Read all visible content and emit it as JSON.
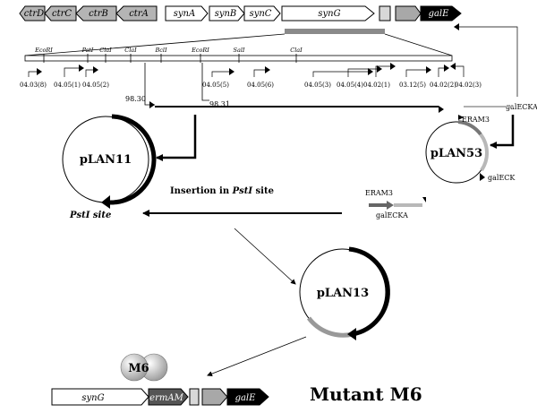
{
  "top_genes": {
    "ctrD": "ctrD",
    "ctrC": "ctrC",
    "ctrB": "ctrB",
    "ctrA": "ctrA",
    "synA": "synA",
    "synB": "synB",
    "synC": "synC",
    "synG": "synG",
    "galE": "galE"
  },
  "restriction_sites": [
    "EcoRI",
    "PstI",
    "ClaI",
    "ClaI",
    "BclI",
    "EcoRI",
    "SalI",
    "ClaI"
  ],
  "probe_labels": [
    "04.03(8)",
    "04.05(1)",
    "04.05(2)",
    "04.05(5)",
    "04.05(6)",
    "04.05(3)",
    "04.05(4)",
    "04.02(1)",
    "03.12(5)",
    "04.02(2)",
    "04.02(3)"
  ],
  "primer_labels": {
    "p9830": "98.30",
    "p9831": "98.31",
    "galecka_top": "galECKA",
    "eram3_a": "ERAM3",
    "galeck": "galECK",
    "eram3_b": "ERAM3",
    "galecka_mid": "galECKA"
  },
  "plasmids": {
    "p11": "pLAN11",
    "p53": "pLAN53",
    "p13": "pLAN13"
  },
  "insertion": {
    "line1": "Insertion in ",
    "site_name": "PstI",
    "line2": " site"
  },
  "pst_site_label": "PstI site",
  "bottom": {
    "m6": "M6",
    "synG": "synG",
    "ermAM": "ermAM",
    "galE": "galE",
    "mutant": "Mutant M6"
  }
}
